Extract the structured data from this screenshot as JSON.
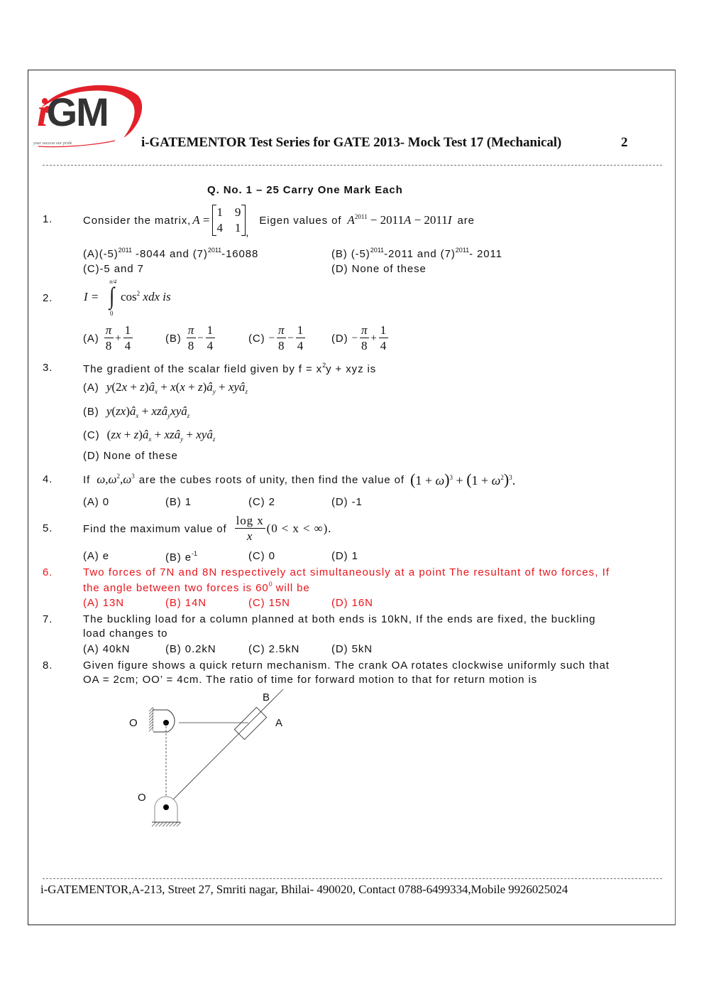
{
  "header": {
    "logo": {
      "text": "iGM",
      "tagline": "your success our pride"
    },
    "title": "i-GATEMENTOR Test Series for GATE 2013- Mock Test 17 (Mechanical)",
    "page_number": "2"
  },
  "section_heading": "Q. No. 1 – 25 Carry One Mark Each",
  "colors": {
    "highlight": "#e8141b",
    "logo_red": "#e3202a",
    "logo_dark": "#333333"
  },
  "questions": [
    {
      "number": "1.",
      "text_prefix": "Consider the matrix, ",
      "matrix": {
        "name": "A",
        "rows": [
          [
            "1",
            "9"
          ],
          [
            "4",
            "1"
          ]
        ]
      },
      "text_mid": "Eigen values of",
      "expression": "A^2011 − 2011A − 2011I",
      "text_suffix": "are",
      "options": [
        {
          "label": "(A)",
          "text": "(-5)^2011 -8044 and (7)^2011-16088"
        },
        {
          "label": "(B)",
          "text": "(-5)^2011-2011 and (7)^2011- 2011"
        },
        {
          "label": "(C)",
          "text": "-5 and 7"
        },
        {
          "label": "(D)",
          "text": "None of these"
        }
      ]
    },
    {
      "number": "2.",
      "expression": "I = ∫_0^{π/4} cos² xdx is",
      "integral": {
        "lhs": "I =",
        "upper": "π/4",
        "lower": "0",
        "integrand": "cos",
        "power": "2",
        "rest": "xdx is"
      },
      "options": [
        {
          "label": "(A)",
          "sign": "",
          "a": "π",
          "b": "8",
          "op": "+",
          "c": "1",
          "d": "4"
        },
        {
          "label": "(B)",
          "sign": "",
          "a": "π",
          "b": "8",
          "op": "−",
          "c": "1",
          "d": "4"
        },
        {
          "label": "(C)",
          "sign": "−",
          "a": "π",
          "b": "8",
          "op": "−",
          "c": "1",
          "d": "4"
        },
        {
          "label": "(D)",
          "sign": "−",
          "a": "π",
          "b": "8",
          "op": "+",
          "c": "1",
          "d": "4"
        }
      ]
    },
    {
      "number": "3.",
      "text": "The gradient of the scalar field given by f = x²y + xyz is",
      "text_pre": "The gradient of the scalar field given by f = x",
      "text_sup": "2",
      "text_post": "y + xyz is",
      "options": [
        {
          "label": "(A)",
          "text": "y(2x + z)âx + x(x + z)ây + xyâz"
        },
        {
          "label": "(B)",
          "text": "y(zx)âx + xzây xyâz"
        },
        {
          "label": "(C)",
          "text": "(zx + z)âx + xzây + xyâz"
        },
        {
          "label": "(D)",
          "text": "None of these"
        }
      ]
    },
    {
      "number": "4.",
      "text_pre": "If",
      "roots": "ω, ω², ω³",
      "text_mid": "are the cubes roots of unity, then find the value of",
      "expression": "(1 + ω)³ + (1 + ω²)³.",
      "options": [
        {
          "label": "(A)",
          "text": "0"
        },
        {
          "label": "(B)",
          "text": "1"
        },
        {
          "label": "(C)",
          "text": "2"
        },
        {
          "label": "(D)",
          "text": "-1"
        }
      ]
    },
    {
      "number": "5.",
      "text_pre": "Find the maximum value of",
      "fraction": {
        "num": "log x",
        "den": "x"
      },
      "text_post": "(0 < x < ∞).",
      "options": [
        {
          "label": "(A)",
          "text": "e"
        },
        {
          "label": "(B)",
          "text": "e",
          "sup": "-1"
        },
        {
          "label": "(C)",
          "text": "0"
        },
        {
          "label": "(D)",
          "text": "1"
        }
      ]
    },
    {
      "number": "6.",
      "highlighted": true,
      "line1": "Two forces of 7N and 8N respectively act simultaneously at a point The resultant of two forces, If",
      "line2_pre": "the angle between two forces is 60",
      "line2_sup": "0",
      "line2_post": " will be",
      "options": [
        {
          "label": "(A)",
          "text": "13N"
        },
        {
          "label": "(B)",
          "text": "14N"
        },
        {
          "label": "(C)",
          "text": "15N"
        },
        {
          "label": "(D)",
          "text": "16N"
        }
      ]
    },
    {
      "number": "7.",
      "line1": "The buckling load for a column planned at both ends is 10kN, If the ends are fixed, the buckling",
      "line2": "load changes to",
      "options": [
        {
          "label": "(A)",
          "text": "40kN"
        },
        {
          "label": "(B)",
          "text": "0.2kN"
        },
        {
          "label": "(C)",
          "text": "2.5kN"
        },
        {
          "label": "(D)",
          "text": "5kN"
        }
      ]
    },
    {
      "number": "8.",
      "line1": "Given figure shows a quick return mechanism. The crank OA rotates clockwise uniformly such that",
      "line2": "OA = 2cm; OO’ = 4cm. The ratio of time for forward motion to that for return motion is",
      "figure": {
        "labels": {
          "top_pivot": "O",
          "bottom_pivot": "O",
          "slider": "A",
          "lever_end": "B"
        }
      }
    }
  ],
  "footer": {
    "text": "i-GATEMENTOR,A-213, Street 27, Smriti nagar, Bhilai- 490020, Contact 0788-6499334,Mobile 9926025024"
  }
}
